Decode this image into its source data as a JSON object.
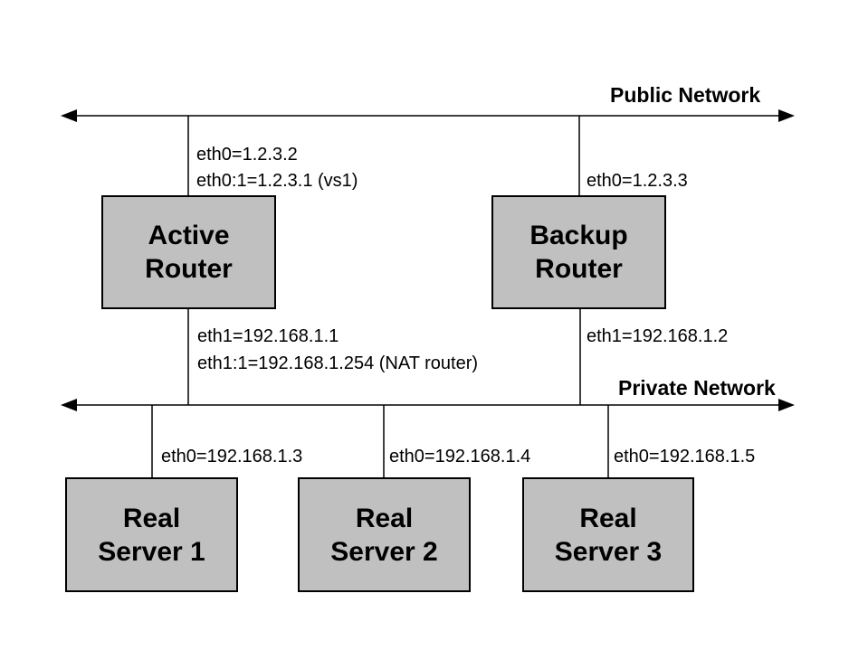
{
  "diagram": {
    "public_network": {
      "label": "Public Network"
    },
    "private_network": {
      "label": "Private Network"
    },
    "nodes": {
      "active_router": {
        "label": "Active\nRouter"
      },
      "backup_router": {
        "label": "Backup\nRouter"
      },
      "real_server_1": {
        "label": "Real\nServer 1"
      },
      "real_server_2": {
        "label": "Real\nServer 2"
      },
      "real_server_3": {
        "label": "Real\nServer 3"
      }
    },
    "labels": {
      "active_eth0": "eth0=1.2.3.2",
      "active_eth0_alias": "eth0:1=1.2.3.1 (vs1)",
      "backup_eth0": "eth0=1.2.3.3",
      "active_eth1": "eth1=192.168.1.1",
      "active_eth1_alias": "eth1:1=192.168.1.254 (NAT router)",
      "backup_eth1": "eth1=192.168.1.2",
      "server1_eth0": "eth0=192.168.1.3",
      "server2_eth0": "eth0=192.168.1.4",
      "server3_eth0": "eth0=192.168.1.5"
    },
    "colors": {
      "box_fill": "#c0c0c0",
      "box_border": "#000000",
      "line": "#000000",
      "background": "#ffffff",
      "text": "#000000"
    }
  }
}
